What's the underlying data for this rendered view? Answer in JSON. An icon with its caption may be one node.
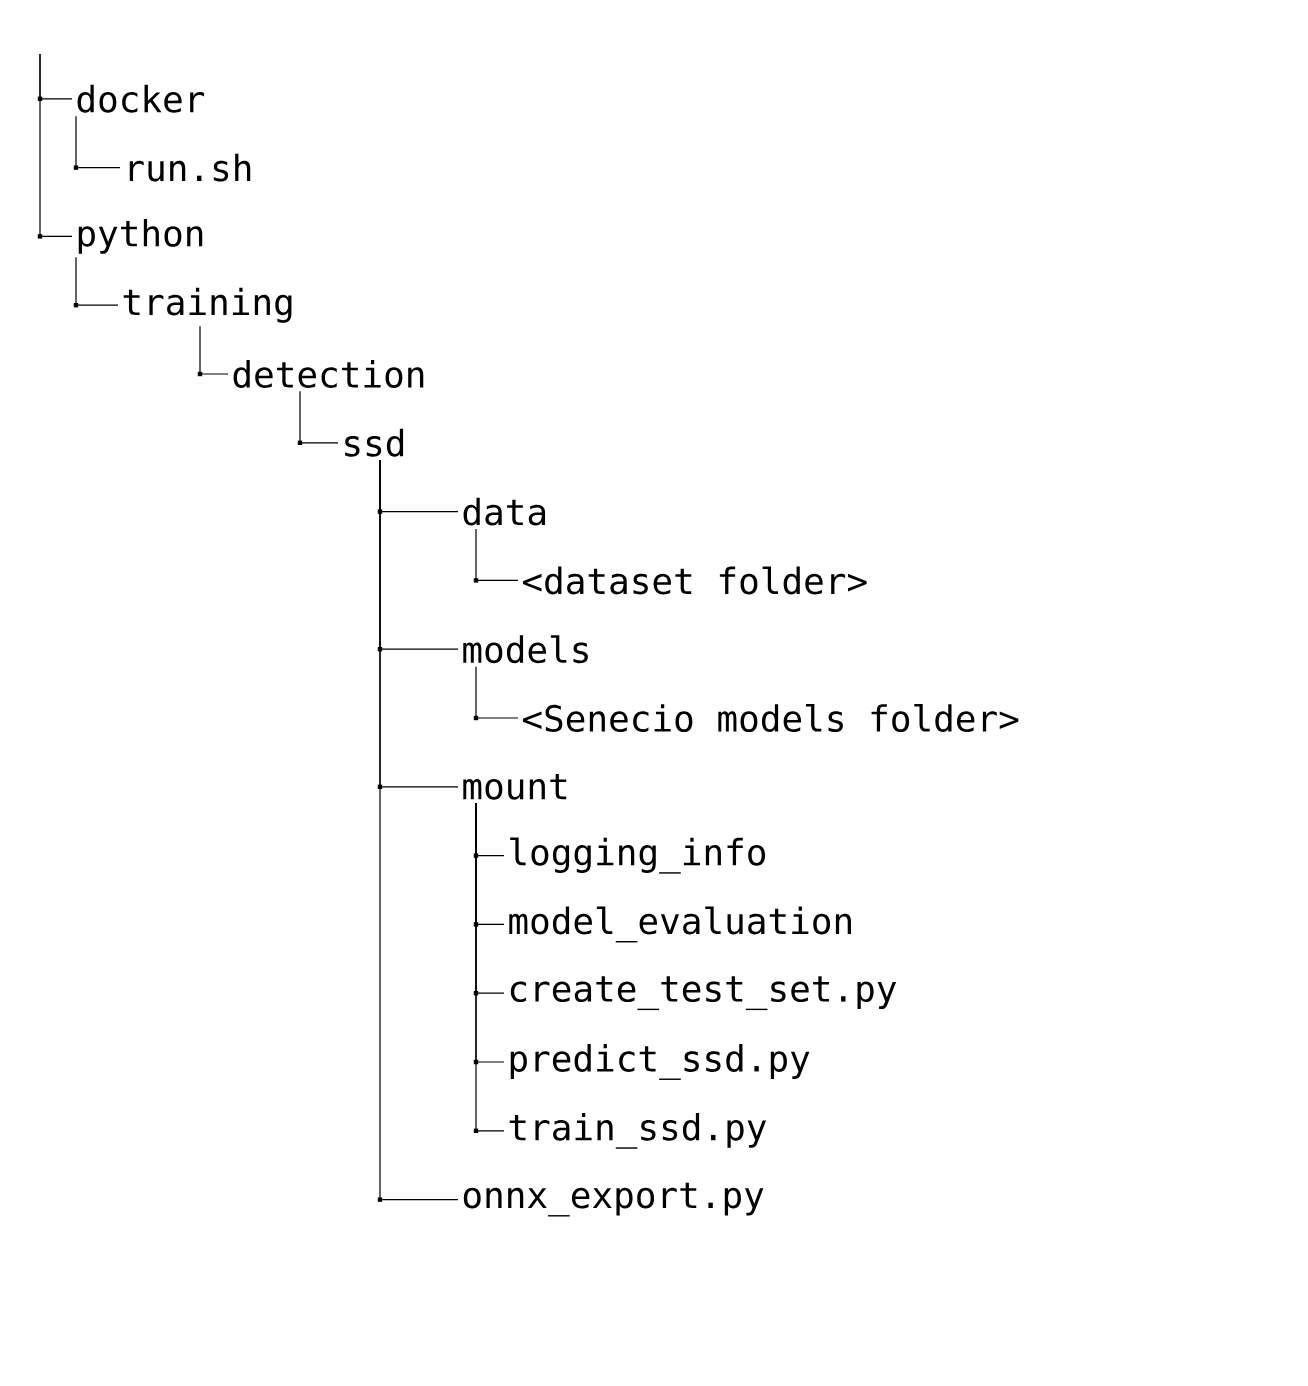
{
  "diagram": {
    "nodes": [
      {
        "text": [
          "docker"
        ]
      },
      {
        "text": [
          "run.sh"
        ]
      },
      {
        "text": [
          "python"
        ]
      },
      {
        "text": [
          "training"
        ]
      },
      {
        "text": [
          "detection"
        ]
      },
      {
        "text": [
          "ssd"
        ]
      },
      {
        "text": [
          "data"
        ]
      },
      {
        "text": [
          "<dataset folder>"
        ]
      },
      {
        "text": [
          "models"
        ]
      },
      {
        "text": [
          "<Senecio models folder>"
        ]
      },
      {
        "text": [
          "mount"
        ]
      },
      {
        "text": [
          "logging_info"
        ]
      },
      {
        "text": [
          "model_evaluation"
        ]
      },
      {
        "text": [
          "create_test_set.py"
        ]
      },
      {
        "text": [
          "predict_ssd.py"
        ]
      },
      {
        "text": [
          "train_ssd.py"
        ]
      },
      {
        "text": [
          "onnx_export.py"
        ]
      }
    ],
    "edges": [
      {
        "from": null,
        "to": 0,
        "arrow": "none"
      },
      {
        "from": 0,
        "to": 1,
        "arrow": "none"
      },
      {
        "from": null,
        "to": 2,
        "arrow": "none"
      },
      {
        "from": 2,
        "to": 3,
        "arrow": "none"
      },
      {
        "from": 3,
        "to": 4,
        "arrow": "none"
      },
      {
        "from": 4,
        "to": 5,
        "arrow": "none"
      },
      {
        "from": 5,
        "to": 6,
        "arrow": "none"
      },
      {
        "from": 6,
        "to": 7,
        "arrow": "none"
      },
      {
        "from": 5,
        "to": 8,
        "arrow": "none"
      },
      {
        "from": 8,
        "to": 9,
        "arrow": "none"
      },
      {
        "from": 5,
        "to": 10,
        "arrow": "none"
      },
      {
        "from": 10,
        "to": 11,
        "arrow": "none"
      },
      {
        "from": 10,
        "to": 12,
        "arrow": "none"
      },
      {
        "from": 10,
        "to": 13,
        "arrow": "none"
      },
      {
        "from": 10,
        "to": 14,
        "arrow": "none"
      },
      {
        "from": 10,
        "to": 15,
        "arrow": "none"
      },
      {
        "from": 5,
        "to": 16,
        "arrow": "none"
      }
    ]
  }
}
